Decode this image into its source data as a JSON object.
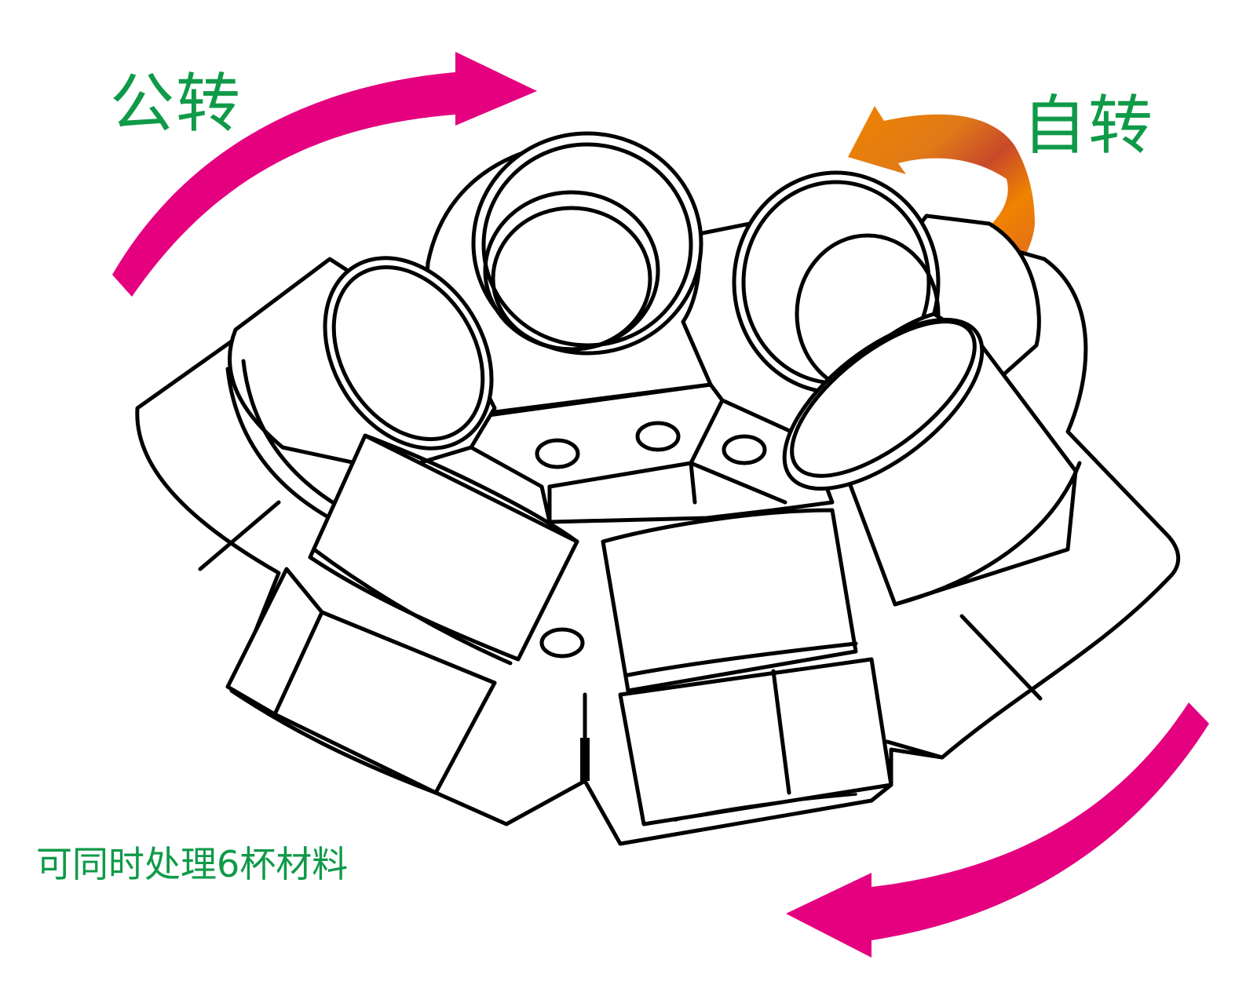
{
  "diagram": {
    "subject": "planetary ball mill jar holder with six grinding jars",
    "labels": {
      "revolution": "公转",
      "rotation": "自转",
      "caption": "可同时处理6杯材料"
    },
    "arrows": [
      {
        "name": "revolution-arrow-top",
        "direction": "clockwise",
        "color": "#e4007f"
      },
      {
        "name": "revolution-arrow-bottom",
        "direction": "clockwise",
        "color": "#e4007f"
      },
      {
        "name": "rotation-arrow",
        "direction": "counter-clockwise",
        "color_start": "#f08300",
        "color_mid": "#c8492a",
        "color_end": "#f08300"
      }
    ],
    "jar_count": 6,
    "colors": {
      "label_green": "#0f9a48",
      "arrow_pink": "#e4007f",
      "arrow_orange": "#f08300",
      "arrow_rust": "#c8492a",
      "line": "#000000",
      "background": "#ffffff"
    }
  }
}
